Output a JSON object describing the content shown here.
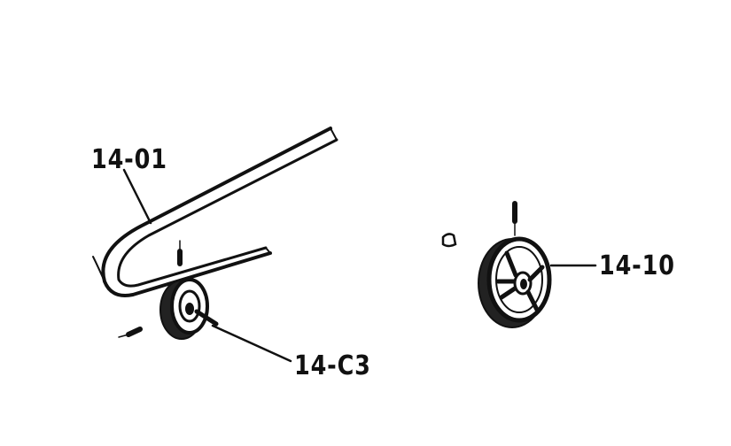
{
  "callouts": {
    "belt": "14-01",
    "motor_pulley": "14-C3",
    "drive_pulley": "14-10"
  },
  "colors": {
    "ink": "#111111",
    "background": "#ffffff"
  }
}
